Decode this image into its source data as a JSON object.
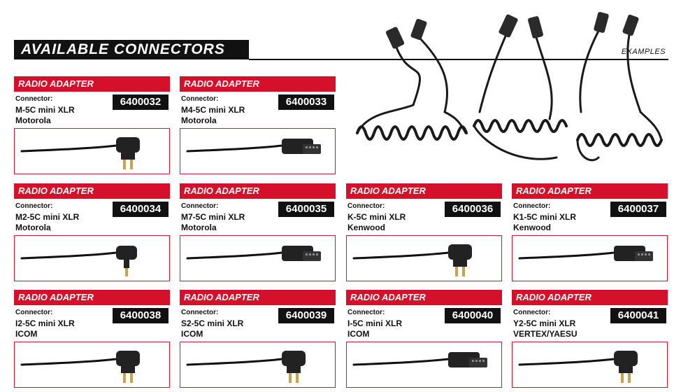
{
  "title": "AVAILABLE CONNECTORS",
  "examples_label": "EXAMPLES",
  "colors": {
    "accent_red": "#d5102a",
    "header_black": "#111111",
    "code_black": "#111111"
  },
  "cards": [
    {
      "header": "RADIO ADAPTER",
      "connector_label": "Connector:",
      "type": "M-5C mini XLR",
      "brand": "Motorola",
      "code": "6400032",
      "icon": "two-pin-plug-icon"
    },
    {
      "header": "RADIO ADAPTER",
      "connector_label": "Connector:",
      "type": "M4-5C mini XLR",
      "brand": "Motorola",
      "code": "6400033",
      "icon": "multi-pin-connector-icon"
    },
    {
      "header": "RADIO ADAPTER",
      "connector_label": "Connector:",
      "type": "M2-5C mini XLR",
      "brand": "Motorola",
      "code": "6400034",
      "icon": "single-pin-plug-icon"
    },
    {
      "header": "RADIO ADAPTER",
      "connector_label": "Connector:",
      "type": "M7-5C mini XLR",
      "brand": "Motorola",
      "code": "6400035",
      "icon": "multi-pin-connector-icon"
    },
    {
      "header": "RADIO ADAPTER",
      "connector_label": "Connector:",
      "type": "K-5C mini XLR",
      "brand": "Kenwood",
      "code": "6400036",
      "icon": "two-pin-plug-icon"
    },
    {
      "header": "RADIO ADAPTER",
      "connector_label": "Connector:",
      "type": "K1-5C mini XLR",
      "brand": "Kenwood",
      "code": "6400037",
      "icon": "multi-pin-connector-icon"
    },
    {
      "header": "RADIO ADAPTER",
      "connector_label": "Connector:",
      "type": "I2-5C mini XLR",
      "brand": "ICOM",
      "code": "6400038",
      "icon": "two-pin-plug-icon"
    },
    {
      "header": "RADIO ADAPTER",
      "connector_label": "Connector:",
      "type": "S2-5C mini XLR",
      "brand": "ICOM",
      "code": "6400039",
      "icon": "two-pin-plug-icon"
    },
    {
      "header": "RADIO ADAPTER",
      "connector_label": "Connector:",
      "type": "I-5C mini XLR",
      "brand": "ICOM",
      "code": "6400040",
      "icon": "multi-pin-connector-icon"
    },
    {
      "header": "RADIO ADAPTER",
      "connector_label": "Connector:",
      "type": "Y2-5C mini XLR",
      "brand": "VERTEX/YAESU",
      "code": "6400041",
      "icon": "two-pin-plug-icon"
    }
  ]
}
